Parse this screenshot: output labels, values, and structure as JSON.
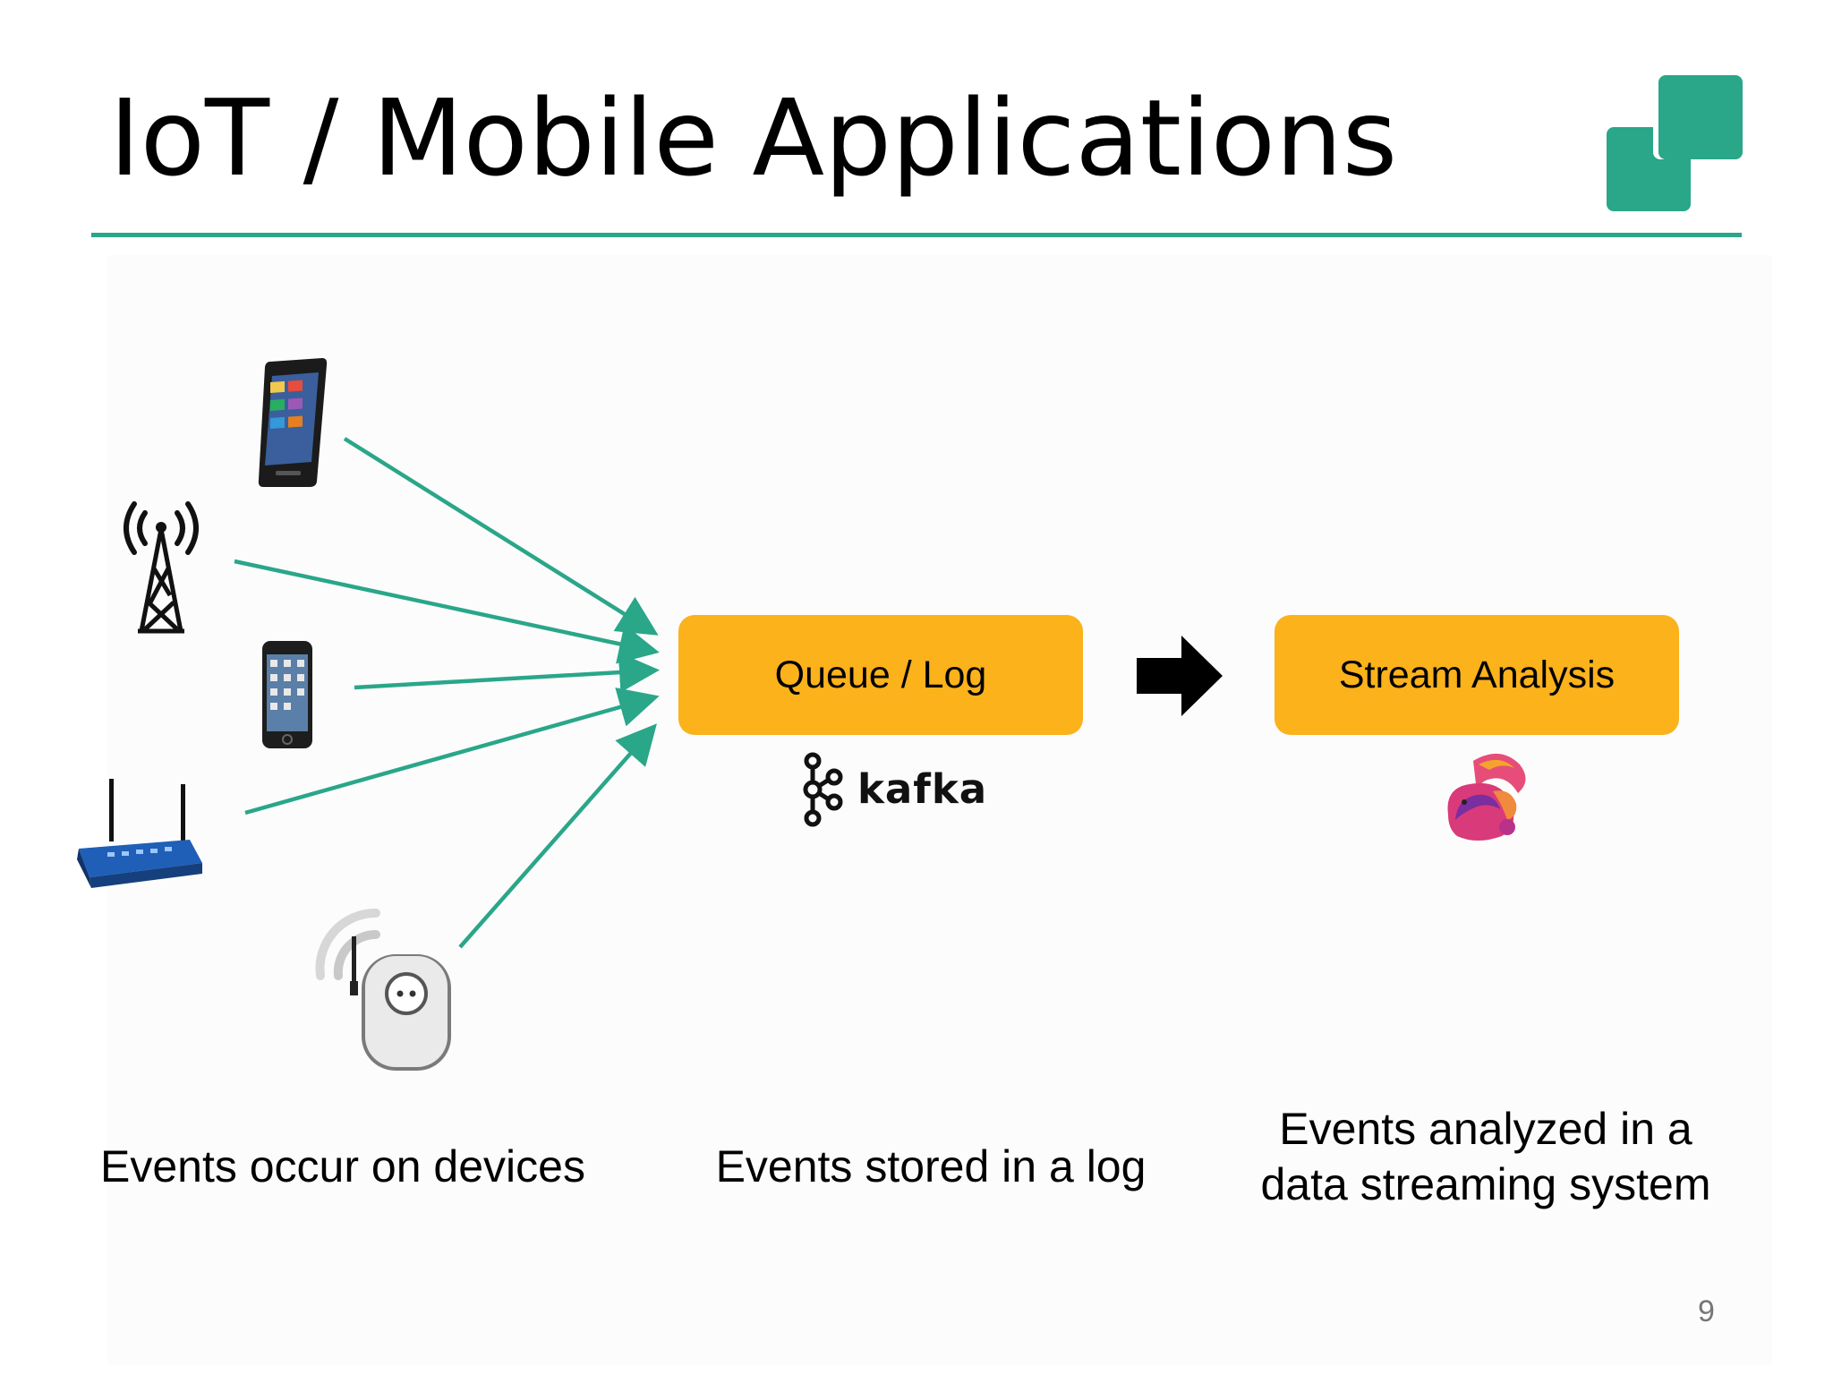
{
  "slide": {
    "title": "IoT / Mobile Applications",
    "page_number": "9"
  },
  "nodes": {
    "queue_log": "Queue / Log",
    "stream_analysis": "Stream Analysis",
    "kafka_logo_text": "kafka"
  },
  "captions": {
    "devices": "Events occur on devices",
    "log": "Events stored in a log",
    "streaming": "Events analyzed in a data streaming system"
  },
  "devices": [
    "smartphone-icon",
    "cell-tower-icon",
    "iphone-icon",
    "wifi-router-icon",
    "smart-plug-icon"
  ],
  "colors": {
    "accent": "#2aa689",
    "box": "#fbb21b",
    "arrow": "#000000"
  }
}
